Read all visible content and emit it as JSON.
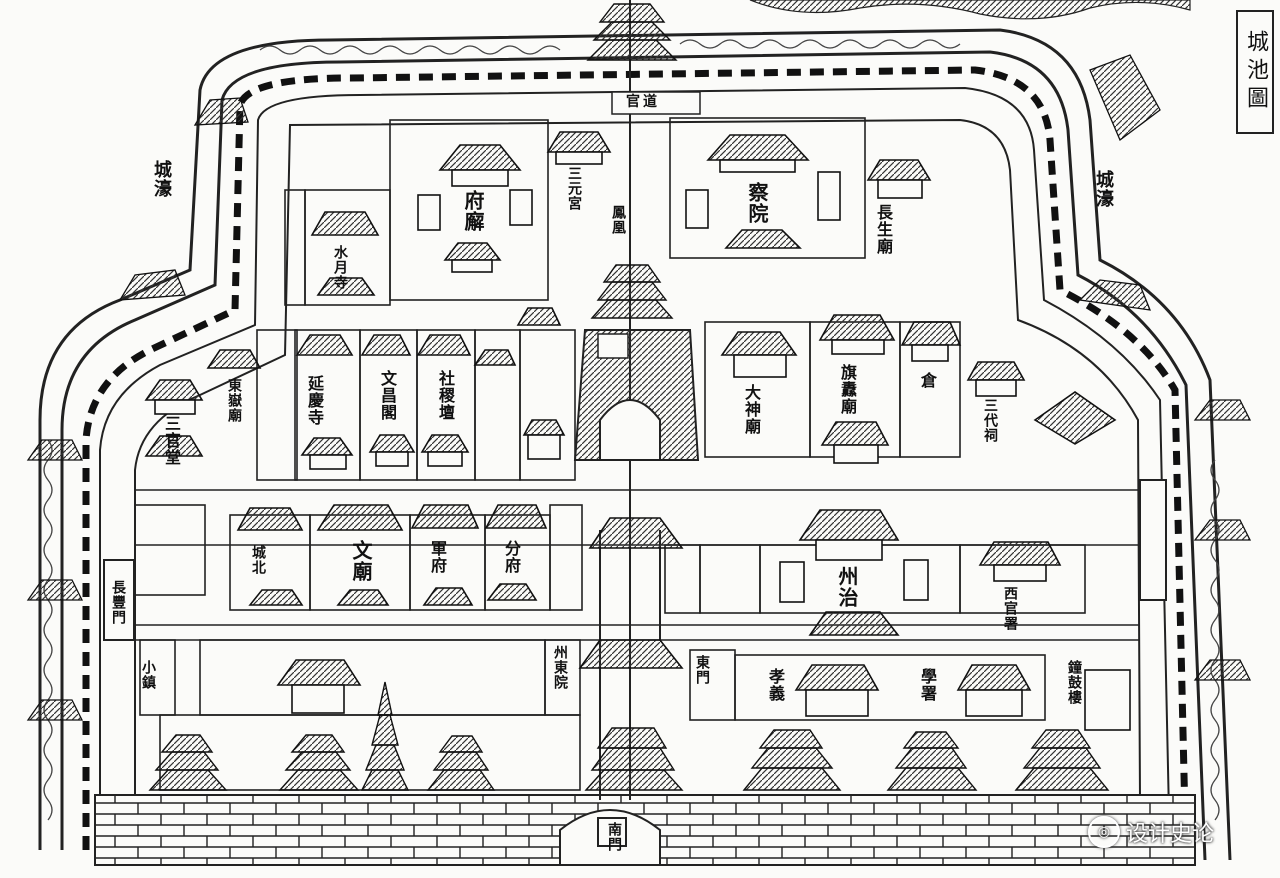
{
  "map": {
    "title": "城池圖",
    "moat_left": "城濠",
    "moat_right": "城濠",
    "watermark": "设计史论",
    "labels": {
      "fuguan": "府廨",
      "sanyuan": "三元宮",
      "chayuan": "察院",
      "changsheng": "長生廟",
      "shuiyue": "水月寺",
      "fenghuang": "鳳凰",
      "sancan": "三官堂",
      "dongyue": "東嶽廟",
      "yanqing": "延慶寺",
      "wenchang": "文昌閣",
      "shejiyuan": "社稷壇",
      "dashen": "大神廟",
      "qiyan": "旗纛廟",
      "cang": "倉",
      "sandai": "三代祠",
      "wenmiao": "文廟",
      "chengbei": "城北",
      "junfu": "軍府",
      "zhouzhi": "州治",
      "fengfu": "分府",
      "zhouyuan": "州東院",
      "xiguanshu": "西官署",
      "xiaoyi": "孝義",
      "xueshu": "學署",
      "huangwei": "鐘鼓樓",
      "dongmen": "東門",
      "nanmen": "南門",
      "guandao": "官道",
      "xiaozhen": "小鎮",
      "changfeng": "長豐門"
    }
  }
}
